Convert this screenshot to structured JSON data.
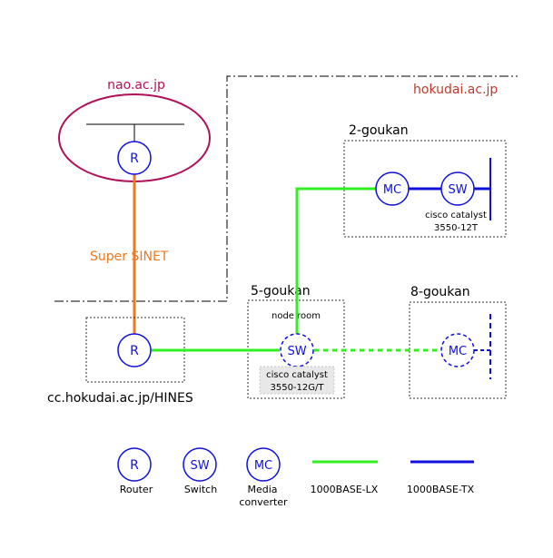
{
  "domains": {
    "nao": "nao.ac.jp",
    "hokudai": "hokudai.ac.jp",
    "cc": "cc.hokudai.ac.jp/HINES"
  },
  "links": {
    "supersinet": "Super SINET"
  },
  "buildings": {
    "b2": {
      "name": "2-goukan",
      "switch_model_line1": "cisco catalyst",
      "switch_model_line2": "3550-12T"
    },
    "b5": {
      "name": "5-goukan",
      "room": "node room",
      "switch_model_line1": "cisco catalyst",
      "switch_model_line2": "3550-12G/T"
    },
    "b8": {
      "name": "8-goukan"
    }
  },
  "nodes": {
    "router": "R",
    "switch": "SW",
    "media_converter": "MC"
  },
  "legend": {
    "router": "Router",
    "switch": "Switch",
    "mc_line1": "Media",
    "mc_line2": "converter",
    "lx": "1000BASE-LX",
    "tx": "1000BASE-TX"
  },
  "colors": {
    "domain_text": "#c0392b",
    "nao_ellipse": "#b0105a",
    "supersinet": "#f07820",
    "lx_green": "#33ee22",
    "tx_blue": "#1010dd",
    "node_blue": "#1010dd",
    "dotted_box": "#333333"
  }
}
